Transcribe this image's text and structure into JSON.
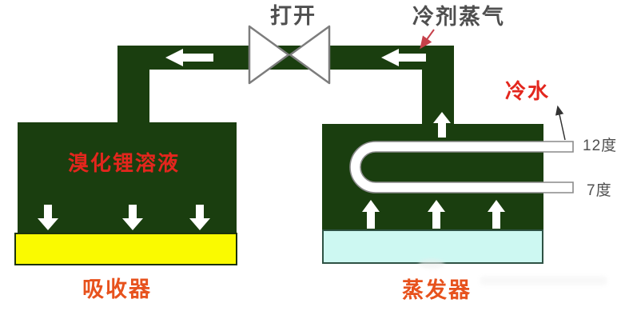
{
  "diagram": {
    "valve_label": "打开",
    "refrigerant_vapor_label": "冷剂蒸气",
    "cold_water_label": "冷水",
    "solution_label": "溴化锂溶液",
    "inlet_temp_label": "12度",
    "outlet_temp_label": "7度",
    "absorber_label": "吸收器",
    "evaporator_label": "蒸发器"
  },
  "colors": {
    "vessel_green": "#1a3e0f",
    "solution_yellow": "#fafa00",
    "chilled_water_cyan": "#cdf8f2",
    "red_text": "#e3261d",
    "orange_red_text": "#e7521d",
    "gray_text": "#4f4f4f",
    "arrow_white": "#ffffff",
    "valve_outline": "#7d7d7d",
    "tube_outline": "#8a8a8a",
    "callout_red": "#c6404a",
    "callout_black": "#333333"
  },
  "icons": {
    "valve": "valve-bowtie-icon",
    "flow_left": "flow-arrow-left-icon",
    "flow_up": "flow-arrow-up-icon",
    "absorb_down": "absorb-arrow-down-icon",
    "evaporate_up": "evaporate-arrow-up-icon",
    "coil": "u-tube-coil"
  }
}
